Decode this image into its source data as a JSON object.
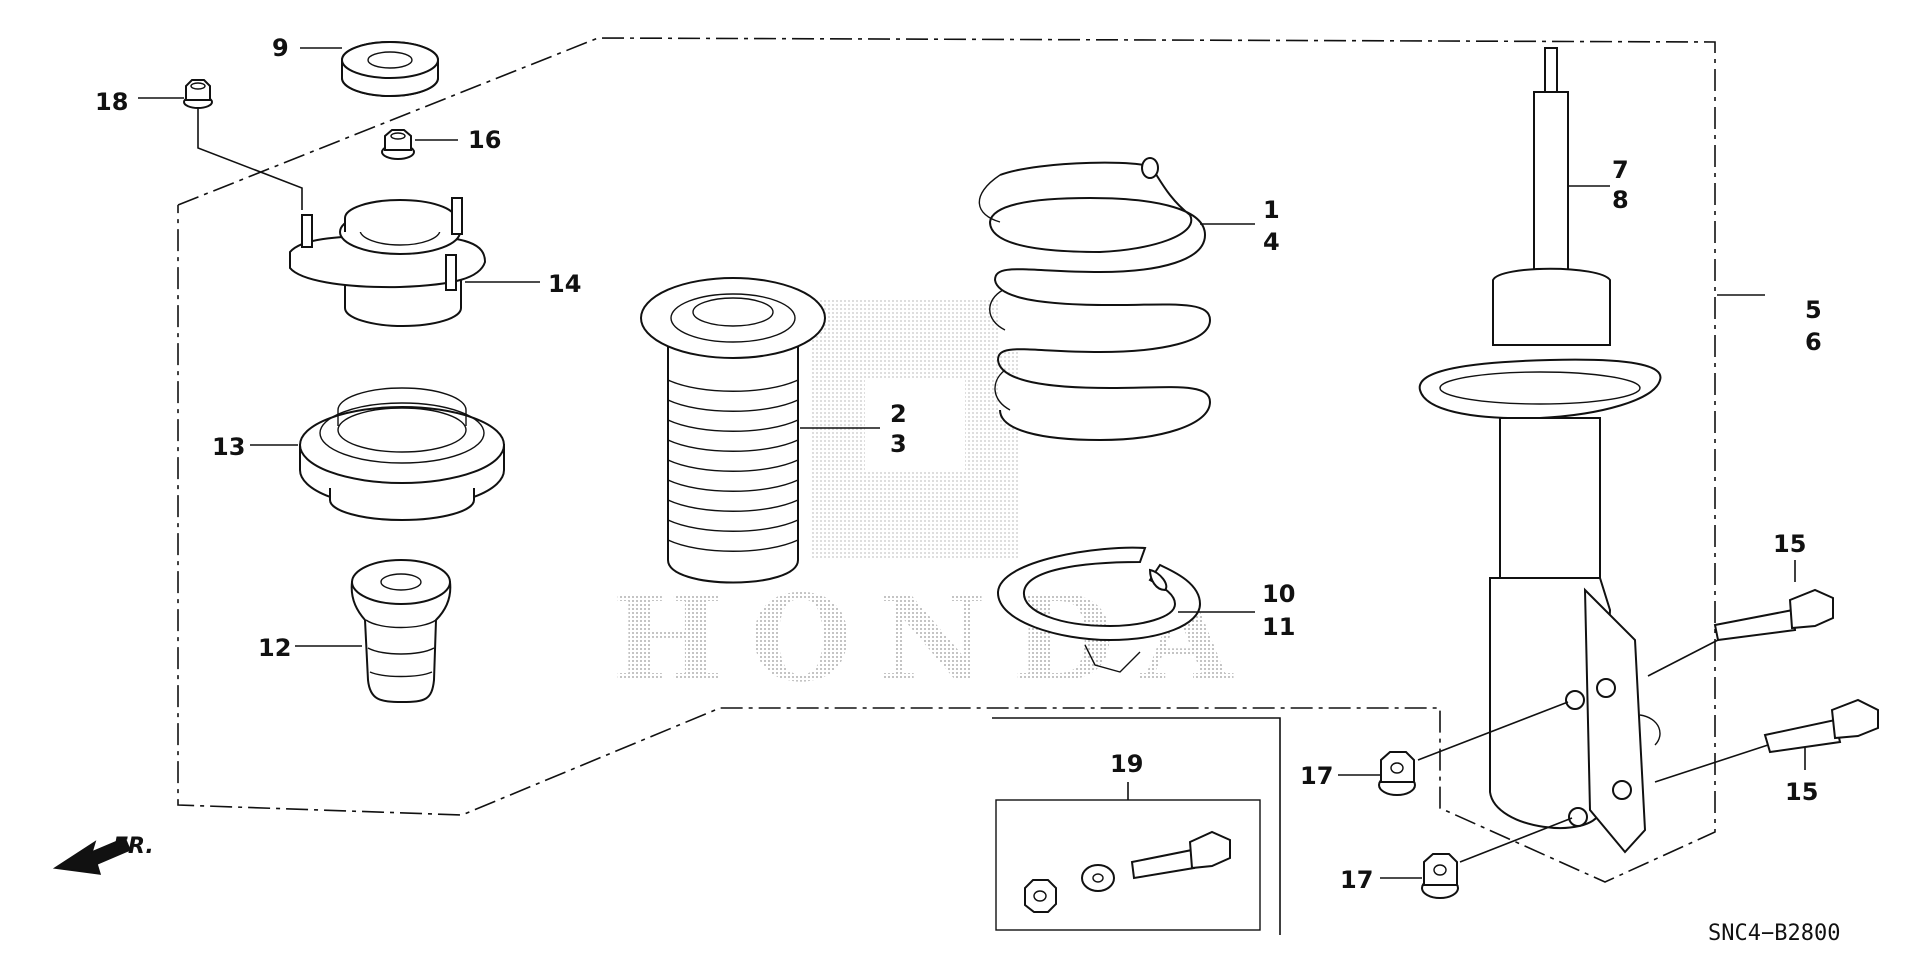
{
  "watermark": "HONDA",
  "direction_label": "FR.",
  "diagram_code": "SNC4−B2800",
  "callouts": {
    "p1": "1",
    "p2": "2",
    "p3": "3",
    "p4": "4",
    "p5": "5",
    "p6": "6",
    "p7": "7",
    "p8": "8",
    "p9": "9",
    "p10": "10",
    "p11": "11",
    "p12": "12",
    "p13": "13",
    "p14": "14",
    "p15a": "15",
    "p15b": "15",
    "p16": "16",
    "p17a": "17",
    "p17b": "17",
    "p18": "18",
    "p19": "19"
  }
}
